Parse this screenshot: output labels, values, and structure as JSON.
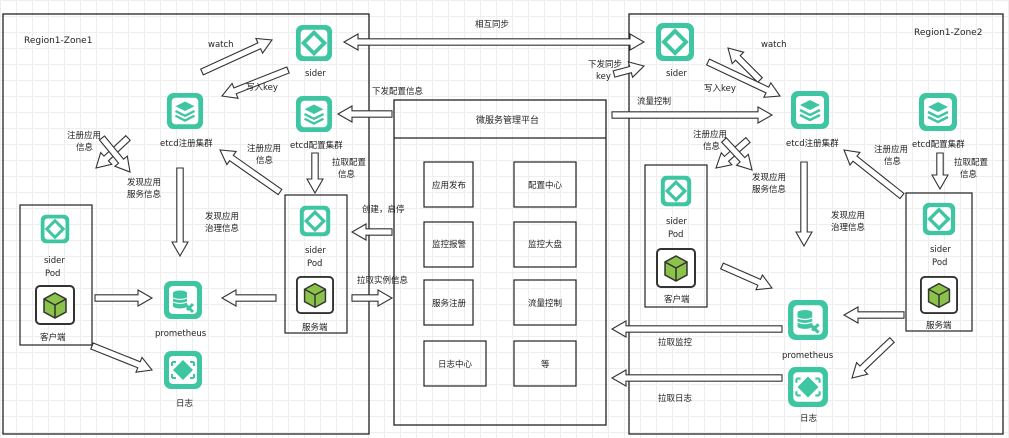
{
  "zones": {
    "zone1_title": "Region1-Zone1",
    "zone2_title": "Region1-Zone2"
  },
  "platform": {
    "title": "微服务管理平台",
    "modules": [
      "应用发布",
      "配置中心",
      "监控报警",
      "监控大盘",
      "服务注册",
      "流量控制",
      "日志中心",
      "等"
    ]
  },
  "nodes": {
    "sider": "sider",
    "pod": "Pod",
    "etcd_registry": "etcd注册集群",
    "etcd_config": "etcd配置集群",
    "prometheus": "prometheus",
    "log": "日志",
    "client": "客户端",
    "server": "服务端"
  },
  "edge_labels": {
    "sync": "相互同步",
    "watch": "watch",
    "write_key": "写入key",
    "push_config": "下发配置信息",
    "push_sync_key_1": "下发同步",
    "push_sync_key_2": "key",
    "register_app_1": "注册应用",
    "register_app_2": "信息",
    "discover_app_1": "发现应用",
    "discover_app_2": "服务信息",
    "discover_gov_1": "发现应用",
    "discover_gov_2": "治理信息",
    "pull_config_1": "拉取配置",
    "pull_config_2": "信息",
    "pull_config_inline": "拉取配置",
    "create_start": "创建，启停",
    "pull_instance": "拉取实例信息",
    "traffic": "流量控制",
    "pull_monitor": "拉取监控",
    "pull_log": "拉取日志"
  },
  "colors": {
    "accent": "#3ec6a2",
    "box": "#222222",
    "arrow": "#333333"
  }
}
